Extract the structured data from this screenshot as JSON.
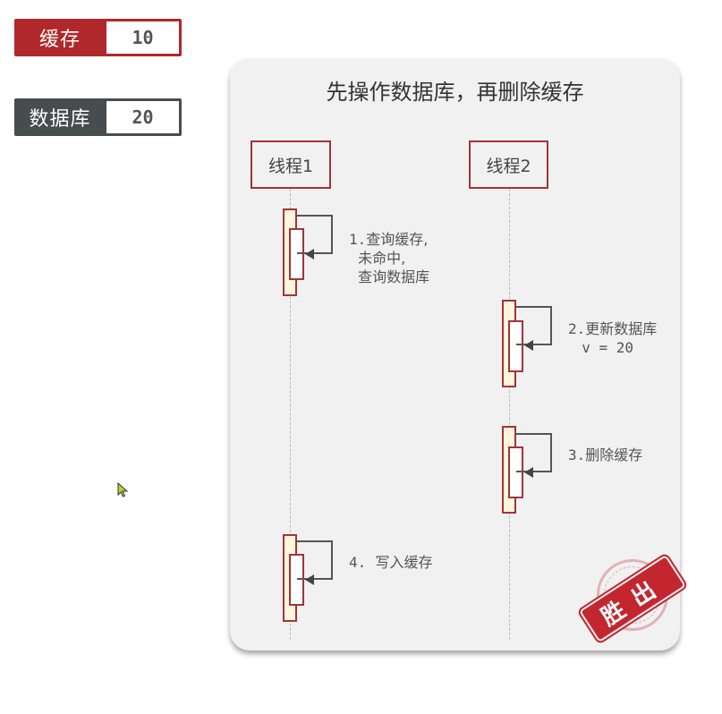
{
  "state": {
    "cache": {
      "label": "缓存",
      "value": "10",
      "color": "#b0282b"
    },
    "database": {
      "label": "数据库",
      "value": "20",
      "color": "#474c4e"
    }
  },
  "diagram": {
    "title": "先操作数据库，再删除缓存",
    "actors": [
      {
        "label": "线程1"
      },
      {
        "label": "线程2"
      }
    ],
    "steps": [
      {
        "actor": "线程1",
        "num": "1.",
        "lines": [
          "查询缓存,",
          "未命中,",
          "查询数据库"
        ]
      },
      {
        "actor": "线程2",
        "num": "2.",
        "lines": [
          "更新数据库",
          "v = 20"
        ]
      },
      {
        "actor": "线程2",
        "num": "3.",
        "lines": [
          "删除缓存"
        ]
      },
      {
        "actor": "线程1",
        "num": "4.",
        "lines": [
          "写入缓存"
        ]
      }
    ],
    "stamp": {
      "text": "胜出",
      "color": "#c4262f"
    },
    "accent_color": "#a2343a",
    "activation_fill": "#fdf6dc"
  }
}
